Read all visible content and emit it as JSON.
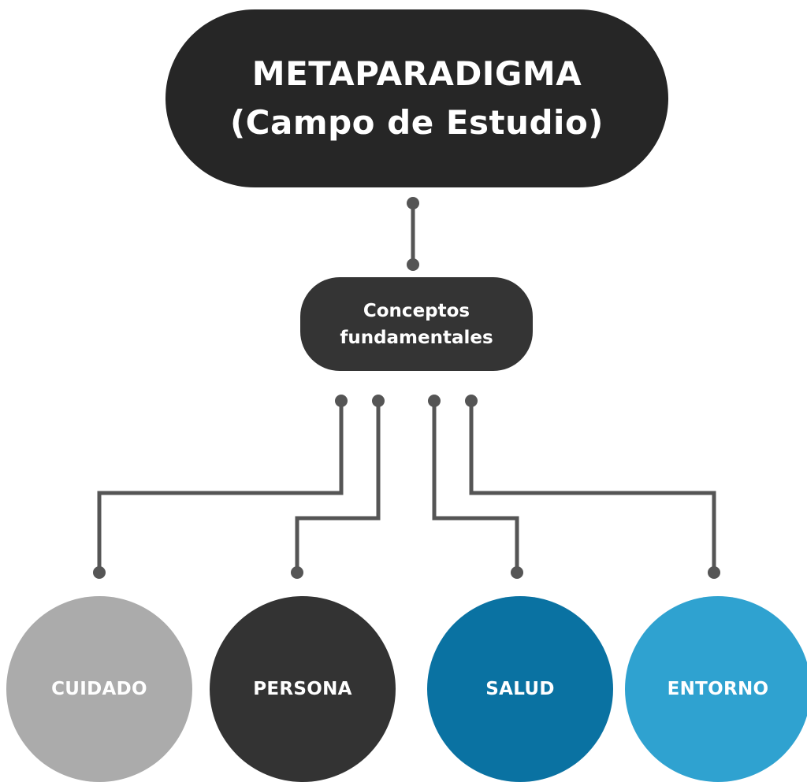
{
  "title": {
    "line1": "METAPARADIGMA",
    "line2": "(Campo de Estudio)",
    "color": "#262626"
  },
  "center": {
    "line1": "Conceptos",
    "line2": "fundamentales",
    "color": "#343434"
  },
  "concepts": [
    {
      "label": "CUIDADO",
      "color": "#ababab"
    },
    {
      "label": "PERSONA",
      "color": "#333333"
    },
    {
      "label": "SALUD",
      "color": "#0a72a2"
    },
    {
      "label": "ENTORNO",
      "color": "#2fa2d0"
    }
  ],
  "connector_color": "#555555"
}
